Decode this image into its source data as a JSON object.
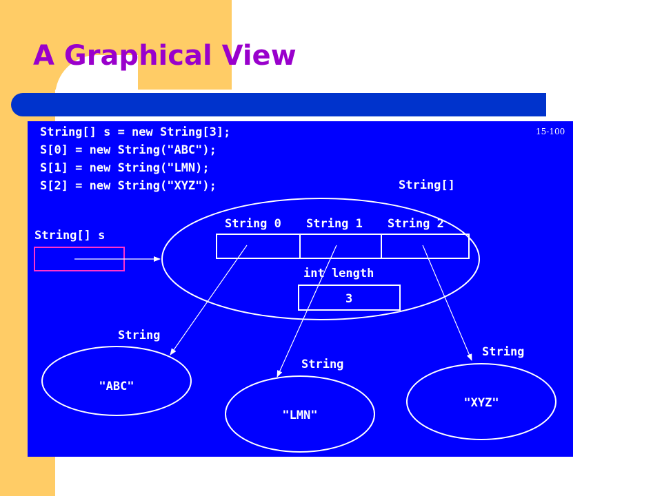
{
  "slide": {
    "title": "A Graphical View",
    "colors": {
      "title": "#9900cc",
      "accent_band": "#ffcc66",
      "title_bar": "#0033cc",
      "diagram_background": "#0000ff",
      "diagram_foreground": "#ffffff",
      "variable_box": "#ff33cc"
    }
  },
  "diagram": {
    "page_number": "15-100",
    "code_lines": [
      "String[] s = new String[3];",
      "S[0] = new String(\"ABC\");",
      "S[1] = new String(\"LMN);",
      "S[2] = new String(\"XYZ\");"
    ],
    "array_type_label": "String[]",
    "variable_label": "String[] s",
    "element_labels": [
      "String 0",
      "String 1",
      "String 2"
    ],
    "length_label": "int length",
    "length_value": "3",
    "string_objects": [
      {
        "type_label": "String",
        "value": "\"ABC\""
      },
      {
        "type_label": "String",
        "value": "\"LMN\""
      },
      {
        "type_label": "String",
        "value": "\"XYZ\""
      }
    ]
  }
}
